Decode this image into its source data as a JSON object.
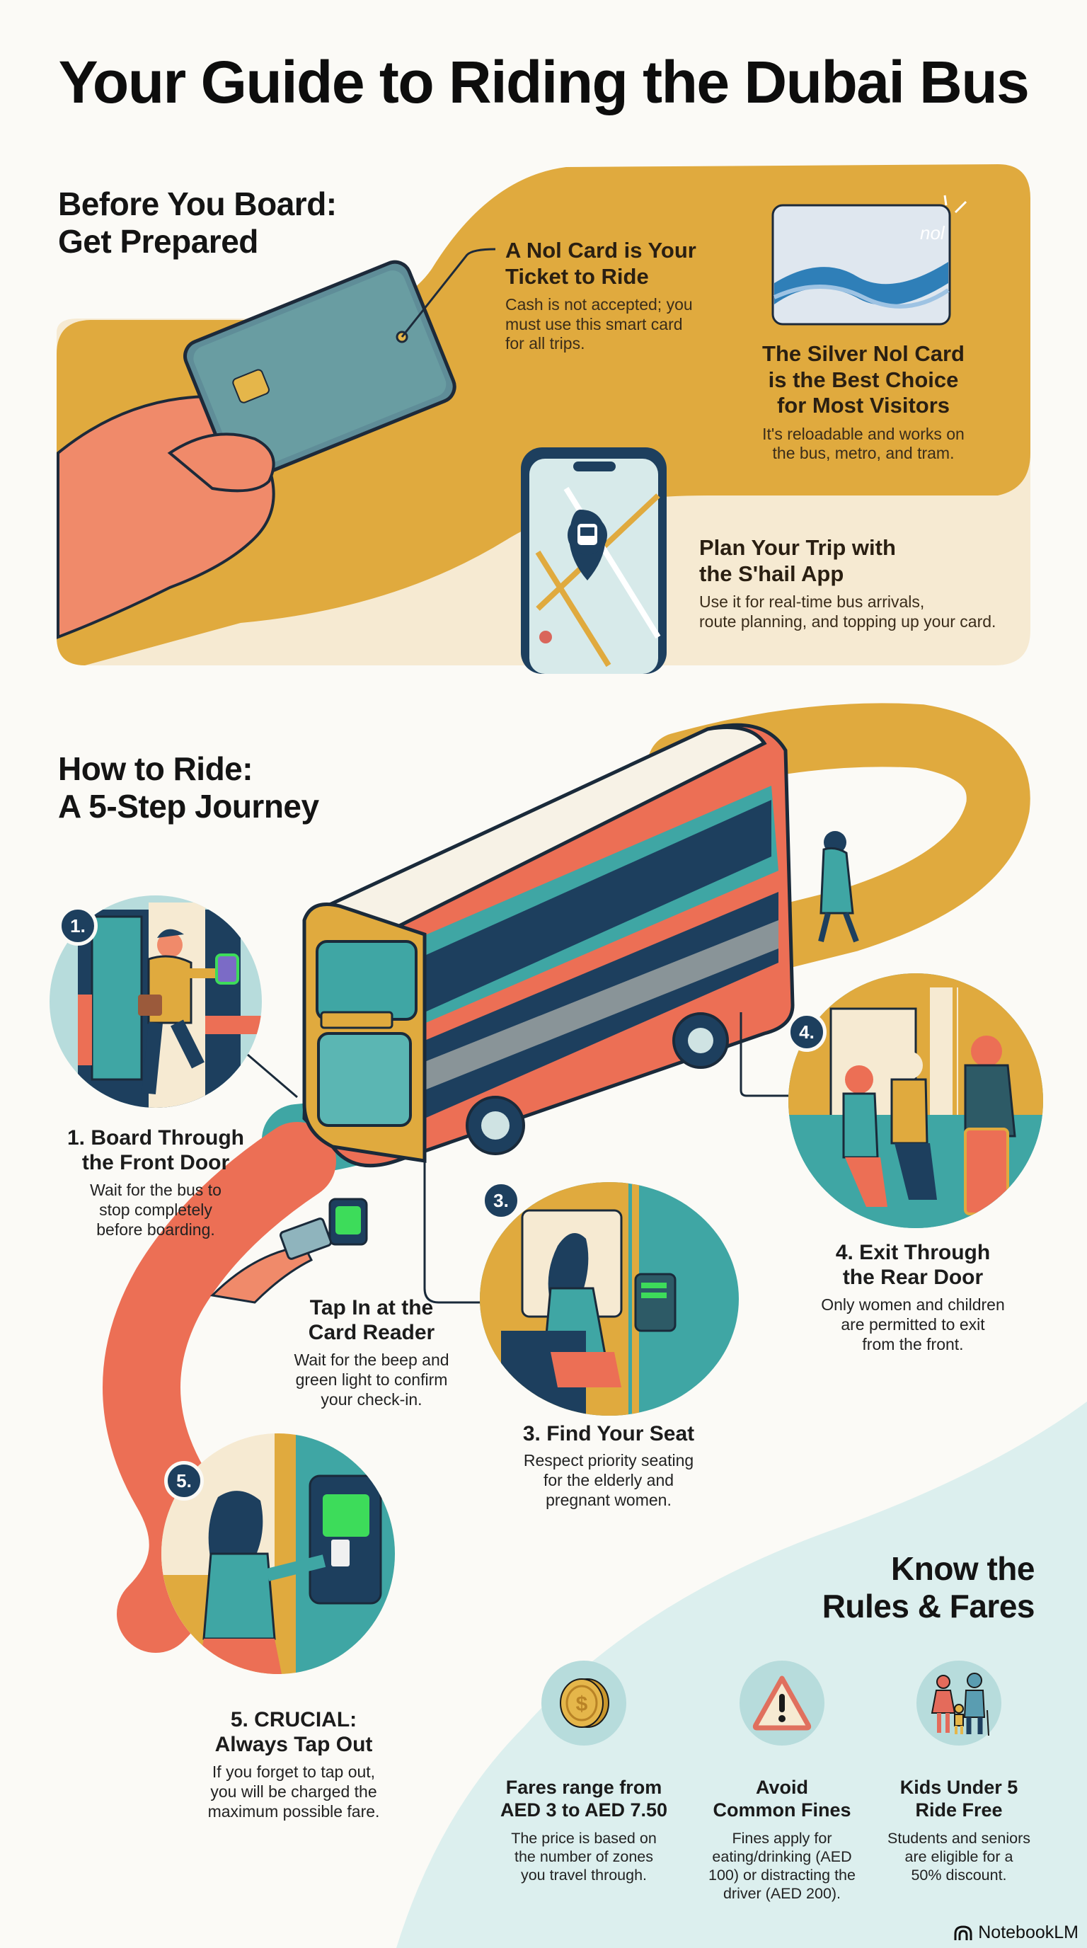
{
  "title": "Your Guide to Riding the Dubai Bus",
  "colors": {
    "background": "#fbfaf6",
    "mustard": "#e0aa3e",
    "cream": "#f6ead2",
    "navy": "#1d3f5e",
    "teal": "#3fa6a4",
    "coral": "#ec6f55",
    "mint_panel": "#dcefee",
    "green_light": "#3ddc5a"
  },
  "before_you_board": {
    "heading_line1": "Before You Board:",
    "heading_line2": "Get Prepared",
    "nol_card": {
      "title_line1": "A Nol Card is Your",
      "title_line2": "Ticket to Ride",
      "body_line1": "Cash is not accepted; you",
      "body_line2": "must use this smart card",
      "body_line3": "for all trips."
    },
    "silver_card": {
      "card_logo": "nol",
      "title_line1": "The Silver Nol Card",
      "title_line2": "is the Best Choice",
      "title_line3": "for Most Visitors",
      "body_line1": "It's reloadable and works on",
      "body_line2": "the bus, metro, and tram."
    },
    "app": {
      "title_line1": "Plan Your Trip with",
      "title_line2": "the S'hail App",
      "body_line1": "Use it for real-time bus arrivals,",
      "body_line2": "route planning, and topping up your card."
    }
  },
  "how_to_ride": {
    "heading_line1": "How to Ride:",
    "heading_line2": "A 5-Step Journey",
    "steps": [
      {
        "badge": "1.",
        "title_line1": "1. Board Through",
        "title_line2": "the Front Door",
        "body_line1": "Wait for the bus to",
        "body_line2": "stop completely",
        "body_line3": "before boarding."
      },
      {
        "badge": "",
        "title_line1": "Tap In at the",
        "title_line2": "Card Reader",
        "body_line1": "Wait for the beep and",
        "body_line2": "green light to confirm",
        "body_line3": "your check-in."
      },
      {
        "badge": "3.",
        "title_line1": "3. Find Your Seat",
        "title_line2": "",
        "body_line1": "Respect priority seating",
        "body_line2": "for the elderly and",
        "body_line3": "pregnant women."
      },
      {
        "badge": "4.",
        "title_line1": "4. Exit Through",
        "title_line2": "the Rear Door",
        "body_line1": "Only women and children",
        "body_line2": "are permitted to exit",
        "body_line3": "from the front."
      },
      {
        "badge": "5.",
        "title_line1": "5. CRUCIAL:",
        "title_line2": "Always Tap Out",
        "body_line1": "If you forget to tap out,",
        "body_line2": "you will be charged the",
        "body_line3": "maximum possible fare."
      }
    ]
  },
  "rules": {
    "heading_line1": "Know the",
    "heading_line2": "Rules & Fares",
    "items": [
      {
        "icon": "coin-icon",
        "title_line1": "Fares range from",
        "title_line2": "AED 3 to AED 7.50",
        "body_line1": "The price is based on",
        "body_line2": "the number of zones",
        "body_line3": "you travel through.",
        "body_line4": ""
      },
      {
        "icon": "warning-icon",
        "title_line1": "Avoid",
        "title_line2": "Common Fines",
        "body_line1": "Fines apply for",
        "body_line2": "eating/drinking (AED",
        "body_line3": "100) or distracting the",
        "body_line4": "driver (AED 200)."
      },
      {
        "icon": "family-icon",
        "title_line1": "Kids Under 5",
        "title_line2": "Ride Free",
        "body_line1": "Students and seniors",
        "body_line2": "are eligible for a",
        "body_line3": "50% discount.",
        "body_line4": ""
      }
    ]
  },
  "branding": {
    "label": "NotebookLM"
  }
}
